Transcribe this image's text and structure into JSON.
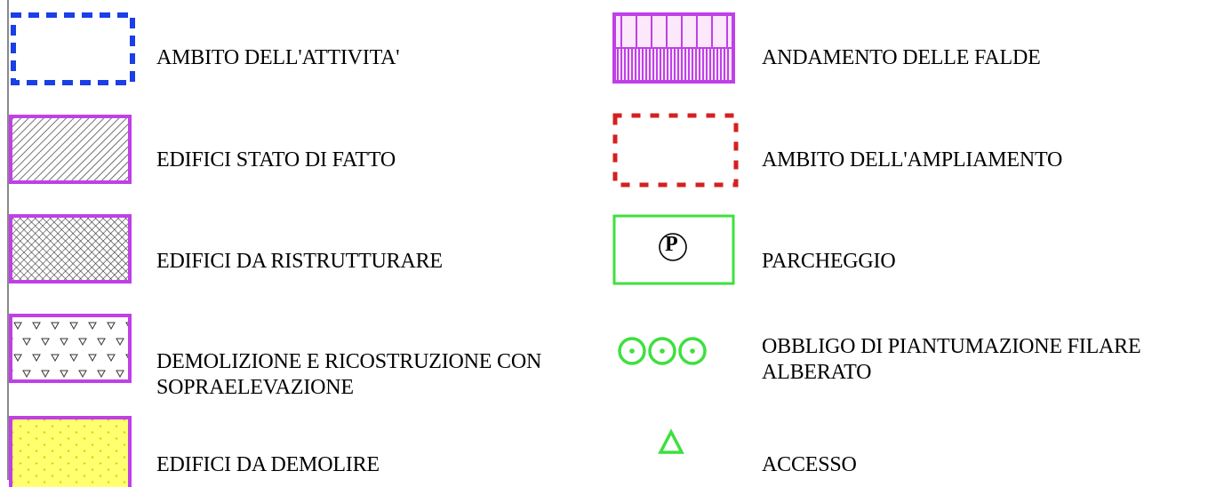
{
  "legend": {
    "left": [
      {
        "id": "ambito-attivita",
        "label": "AMBITO DELL'ATTIVITA'",
        "symbol": "dotted-rectangle",
        "color": "#1a3fe6"
      },
      {
        "id": "stato-di-fatto",
        "label": "EDIFICI STATO DI FATTO",
        "symbol": "diagonal-hatch",
        "color": "#c040e8"
      },
      {
        "id": "da-ristrutturare",
        "label": "EDIFICI DA RISTRUTTURARE",
        "symbol": "cross-hatch",
        "color": "#c040e8"
      },
      {
        "id": "demolizione-ricostruzione",
        "label_line1": "DEMOLIZIONE E RICOSTRUZIONE CON",
        "label_line2": "SOPRAELEVAZIONE",
        "symbol": "triangle-pattern",
        "color": "#c040e8"
      },
      {
        "id": "da-demolire",
        "label": "EDIFICI DA DEMOLIRE",
        "symbol": "yellow-dots",
        "color": "#c040e8",
        "fill": "#ffff66"
      }
    ],
    "right": [
      {
        "id": "andamento-falde",
        "label": "ANDAMENTO DELLE FALDE",
        "symbol": "vertical-lines",
        "color": "#c040e8"
      },
      {
        "id": "ambito-ampliamento",
        "label": "AMBITO DELL'AMPLIAMENTO",
        "symbol": "dotted-rectangle",
        "color": "#d42020"
      },
      {
        "id": "parcheggio",
        "label": "PARCHEGGIO",
        "symbol": "parking-box",
        "symbol_text": "P",
        "color": "#3ee03e"
      },
      {
        "id": "piantumazione",
        "label_line1": "OBBLIGO DI PIANTUMAZIONE FILARE",
        "label_line2": "ALBERATO",
        "symbol": "three-circles",
        "color": "#3ee03e"
      },
      {
        "id": "accesso",
        "label": "ACCESSO",
        "symbol": "triangle",
        "color": "#3ee03e"
      }
    ]
  }
}
